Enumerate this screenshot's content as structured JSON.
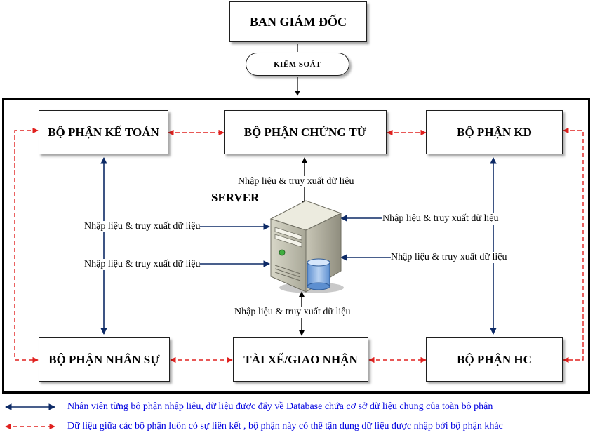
{
  "top": {
    "board": "BAN GIÁM ĐỐC",
    "control": "KIỂM SOÁT"
  },
  "departments": {
    "accounting": "BỘ PHẬN KẾ TOÁN",
    "documents": "BỘ PHẬN CHỨNG TỪ",
    "business": "BỘ PHẬN KD",
    "hr": "BỘ PHẬN NHÂN SỰ",
    "driver": "TÀI XẾ/GIAO NHẬN",
    "admin": "BỘ PHẬN HC"
  },
  "server": {
    "label": "SERVER"
  },
  "links": {
    "top": "Nhập liệu & truy xuất dữ liệu",
    "left_upper": "Nhập liệu & truy xuất dữ liệu",
    "left_lower": "Nhập liệu & truy xuất dữ liệu",
    "right_upper": "Nhập liệu & truy xuất dữ liệu",
    "right_lower": "Nhập liệu & truy xuất dữ liệu",
    "bottom": "Nhập liệu & truy xuất dữ liệu"
  },
  "legend": {
    "solid": "Nhân viên từng bộ phận nhập liệu, dữ liệu được đẩy về Database chứa cơ sở dữ liệu chung của toàn bộ phận",
    "dashed": "Dữ liệu giữa các bộ phận luôn có sự liên kết , bộ phận này có thể tận dụng dữ liệu được nhập bởi bộ phận khác"
  },
  "colors": {
    "solid_arrow": "#0d2a66",
    "dashed_arrow": "#e0201e",
    "legend_text": "#0000e0"
  },
  "icons": {
    "server": "server-tower-icon",
    "database": "database-cylinder-icon"
  }
}
